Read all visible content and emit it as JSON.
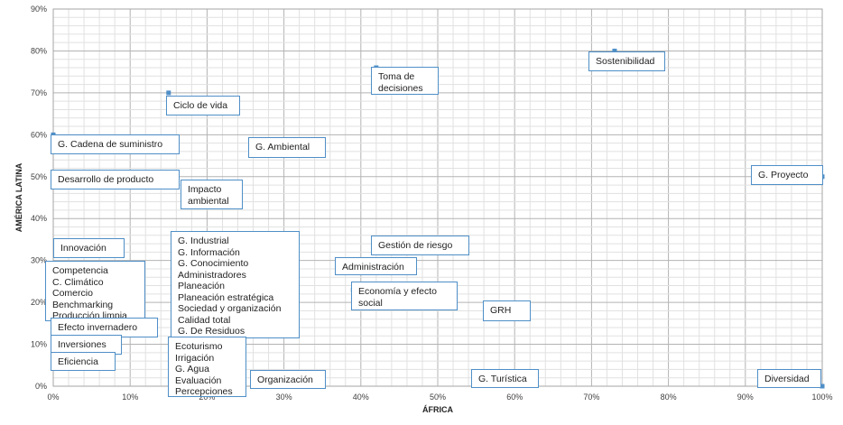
{
  "chart_data": {
    "type": "scatter",
    "xlabel": "ÁFRICA",
    "ylabel": "AMÉRICA LATINA",
    "xlim": [
      0,
      100
    ],
    "ylim": [
      0,
      90
    ],
    "x_ticks": [
      "0%",
      "10%",
      "20%",
      "30%",
      "40%",
      "50%",
      "60%",
      "70%",
      "80%",
      "90%",
      "100%"
    ],
    "y_ticks": [
      "0%",
      "10%",
      "20%",
      "30%",
      "40%",
      "50%",
      "60%",
      "70%",
      "80%",
      "90%"
    ],
    "grid": true,
    "marker_color": "#4f8fc7",
    "points": [
      {
        "label": "Sostenibilidad",
        "x": 73,
        "y": 80
      },
      {
        "label": "Toma de\ndecisiones",
        "x": 42,
        "y": 76
      },
      {
        "label": "Ciclo de vida",
        "x": 15,
        "y": 70
      },
      {
        "label": "G. Cadena de suministro",
        "x": 0,
        "y": 60
      },
      {
        "label": "G. Ambiental",
        "x": 26,
        "y": 57
      },
      {
        "label": "G. Proyecto",
        "x": 100,
        "y": 50
      },
      {
        "label": "Desarrollo de producto",
        "x": 0,
        "y": 50
      },
      {
        "label": "Impacto\nambiental",
        "x": 17,
        "y": 47
      },
      {
        "label": "Innovación",
        "x": 1,
        "y": 33
      },
      {
        "label": "G. Industrial\nG. Información\nG. Conocimiento\nAdministradores\nPlaneación\nPlaneación estratégica\nSociedad y organización\nCalidad  total\nG. De Residuos",
        "x": 16,
        "y": 33
      },
      {
        "label": "Gestión de riesgo",
        "x": 42,
        "y": 33
      },
      {
        "label": "Administración",
        "x": 37,
        "y": 28
      },
      {
        "label": "Competencia\nC. Climático\nComercio\nBenchmarking\nProducción limpia",
        "x": 0,
        "y": 29
      },
      {
        "label": "Economía y efecto\nsocial",
        "x": 39,
        "y": 23
      },
      {
        "label": "GRH",
        "x": 57,
        "y": 18
      },
      {
        "label": "Efecto invernadero",
        "x": 0,
        "y": 15
      },
      {
        "label": "Inversiones",
        "x": 0,
        "y": 10
      },
      {
        "label": "Ecoturismo\nIrrigación\nG. Agua\nEvaluación\nPercepciones",
        "x": 16,
        "y": 8
      },
      {
        "label": "Eficiencia",
        "x": 0,
        "y": 5
      },
      {
        "label": "Organización",
        "x": 26,
        "y": 1
      },
      {
        "label": "G. Turística",
        "x": 55,
        "y": 1
      },
      {
        "label": "Diversidad",
        "x": 100,
        "y": 0
      }
    ]
  }
}
